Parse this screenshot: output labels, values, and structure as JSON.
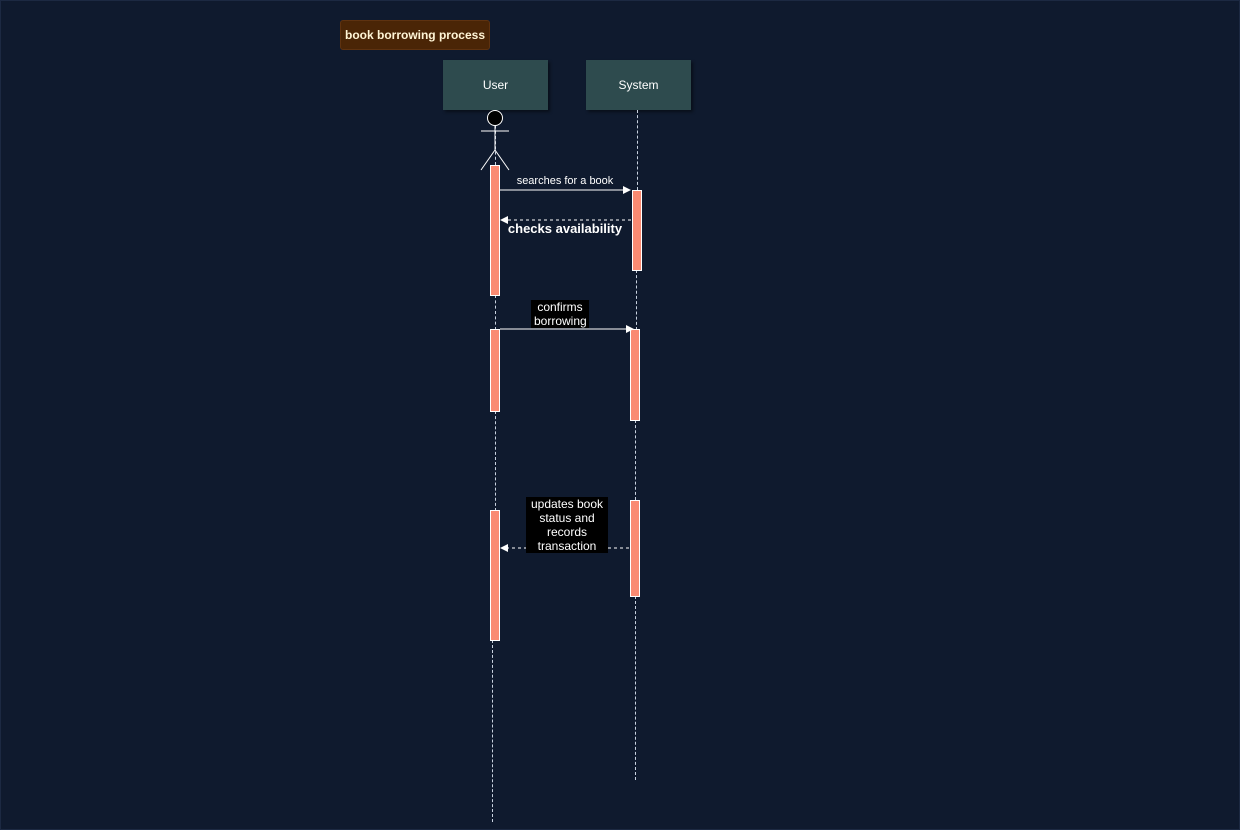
{
  "diagram": {
    "title": "book borrowing process",
    "participants": [
      {
        "name": "User"
      },
      {
        "name": "System"
      }
    ],
    "messages": [
      {
        "label": "searches for a book",
        "from": "User",
        "to": "System",
        "style": "solid"
      },
      {
        "label": "checks availability",
        "from": "System",
        "to": "User",
        "style": "dashed"
      },
      {
        "label": "confirms borrowing",
        "from": "User",
        "to": "System",
        "style": "solid"
      },
      {
        "label": "updates book status and records transaction",
        "from": "System",
        "to": "User",
        "style": "dashed"
      }
    ],
    "colors": {
      "background": "#0f1a2e",
      "title_fill": "#4a2506",
      "participant_fill": "#2e4b4e",
      "activation_fill": "#fa8a72",
      "line": "#ffffff"
    }
  }
}
